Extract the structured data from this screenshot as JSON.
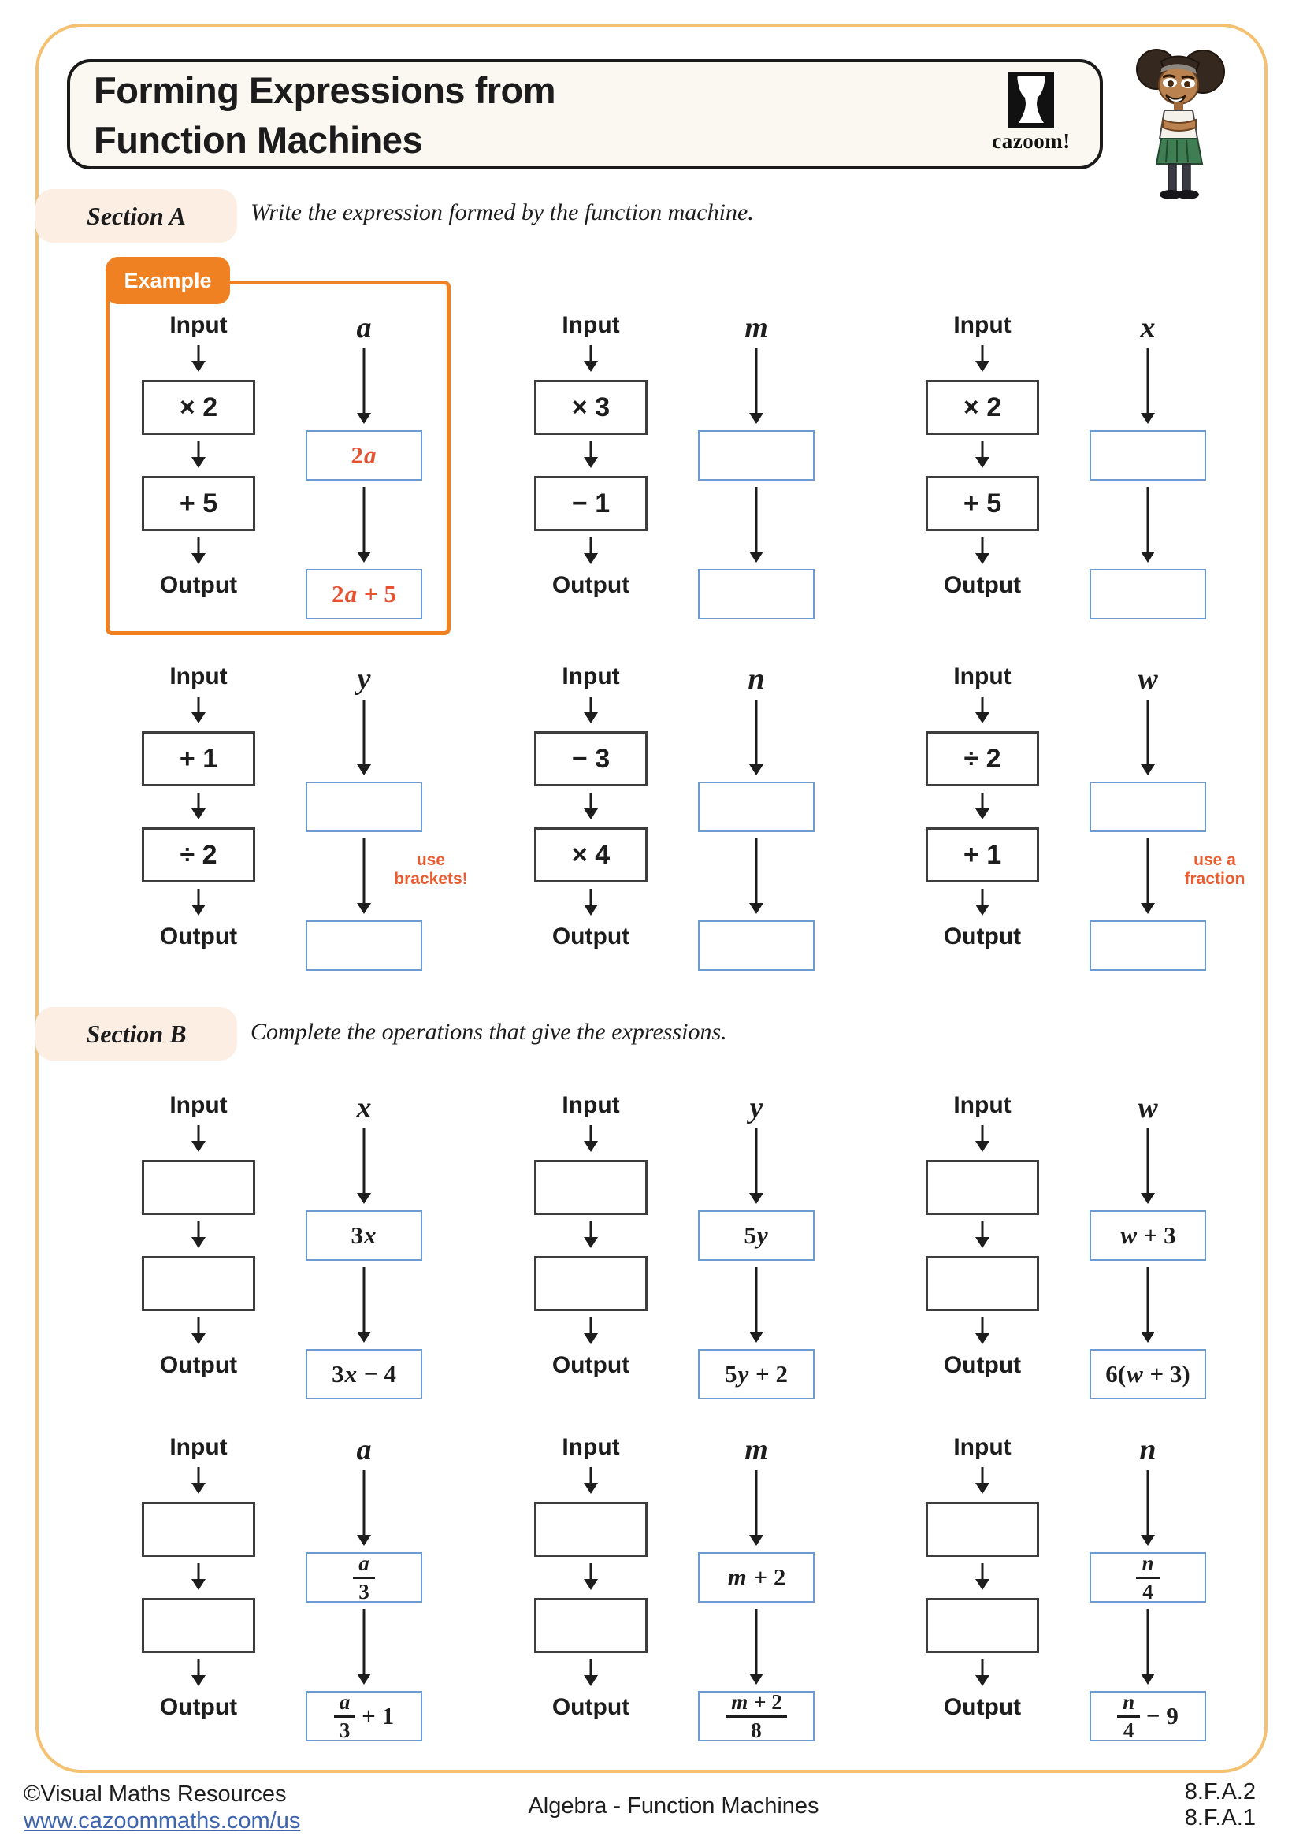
{
  "header": {
    "title_line1": "Forming Expressions from",
    "title_line2": "Function Machines",
    "logo_text": "cazoom!"
  },
  "labels": {
    "input": "Input",
    "output": "Output",
    "example": "Example"
  },
  "section_a": {
    "label": "Section A",
    "instruction": "Write the expression formed by the function machine."
  },
  "section_b": {
    "label": "Section B",
    "instruction": "Complete the operations that give the expressions."
  },
  "machines_a": [
    {
      "variable": "a",
      "op1": "× 2",
      "op2": "+ 5",
      "ans1": {
        "pre": "2",
        "var": "a",
        "post": ""
      },
      "ans2": {
        "pre": "2",
        "var": "a",
        "post": " + 5"
      }
    },
    {
      "variable": "m",
      "op1": "× 3",
      "op2": "− 1"
    },
    {
      "variable": "x",
      "op1": "× 2",
      "op2": "+ 5"
    },
    {
      "variable": "y",
      "op1": "+ 1",
      "op2": "÷ 2",
      "hint": "use brackets!"
    },
    {
      "variable": "n",
      "op1": "− 3",
      "op2": "× 4"
    },
    {
      "variable": "w",
      "op1": "÷ 2",
      "op2": "+ 1",
      "hint": "use a fraction"
    }
  ],
  "machines_b": [
    {
      "variable": "x",
      "ans1": {
        "pre": "3",
        "var": "x",
        "post": ""
      },
      "ans2": {
        "pre": "3",
        "var": "x",
        "post": " − 4"
      }
    },
    {
      "variable": "y",
      "ans1": {
        "pre": "5",
        "var": "y",
        "post": ""
      },
      "ans2": {
        "pre": "5",
        "var": "y",
        "post": " + 2"
      }
    },
    {
      "variable": "w",
      "ans1": {
        "pre": "",
        "var": "w",
        "post": " + 3"
      },
      "ans2": {
        "pre": "6(",
        "var": "w",
        "post": " + 3)"
      }
    },
    {
      "variable": "a",
      "ans1": {
        "frac": {
          "num_var": "a",
          "num_post": "",
          "den": "3"
        },
        "post": ""
      },
      "ans2": {
        "frac": {
          "num_var": "a",
          "num_post": "",
          "den": "3"
        },
        "post": " + 1"
      }
    },
    {
      "variable": "m",
      "ans1": {
        "pre": "",
        "var": "m",
        "post": " + 2"
      },
      "ans2": {
        "frac": {
          "num_var": "m",
          "num_post": " + 2",
          "den": "8"
        },
        "post": ""
      }
    },
    {
      "variable": "n",
      "ans1": {
        "frac": {
          "num_var": "n",
          "num_post": "",
          "den": "4"
        },
        "post": ""
      },
      "ans2": {
        "frac": {
          "num_var": "n",
          "num_post": "",
          "den": "4"
        },
        "post": " − 9"
      }
    }
  ],
  "footer": {
    "copyright": "©Visual Maths Resources",
    "url": "www.cazoommaths.com/us",
    "center": "Algebra - Function Machines",
    "standard_1": "8.F.A.2",
    "standard_2": "8.F.A.1"
  },
  "colors": {
    "accent_orange": "#EF8123",
    "answer_text_orange": "#E8512F",
    "hint_orange": "#E85C2F",
    "answer_box_blue": "#6C9BD1",
    "page_border_gold": "#F3C171",
    "link_blue": "#3E64AE",
    "section_label_bg": "#FCEEE3",
    "panel_cream": "#FAF8F1"
  }
}
